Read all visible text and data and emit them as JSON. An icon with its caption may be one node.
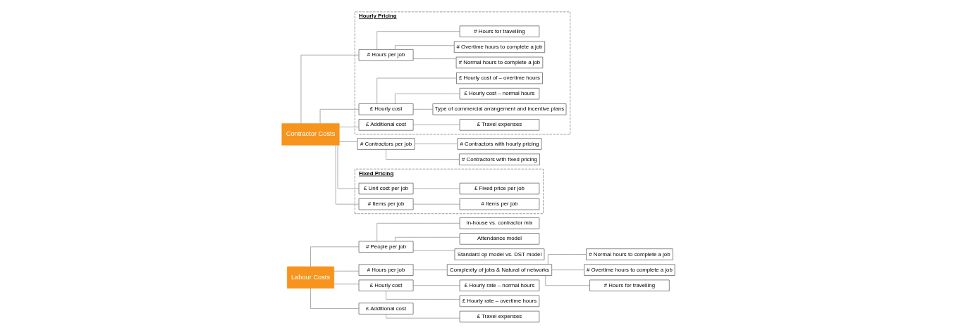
{
  "diagram": {
    "nodes": [
      {
        "text": [
          "Labour Costs"
        ]
      },
      {
        "text": [
          "# People per job"
        ]
      },
      {
        "text": [
          "In-house vs. contractor mix"
        ]
      },
      {
        "text": [
          "Attendance model"
        ]
      },
      {
        "text": [
          "Standard op model vs. DST model"
        ]
      },
      {
        "text": [
          "# Hours per job"
        ]
      },
      {
        "text": [
          "Complexity of jobs & Natural of networks"
        ]
      },
      {
        "text": [
          "# Normal hours to complete a job"
        ]
      },
      {
        "text": [
          "# Overtime hours to complete a job"
        ]
      },
      {
        "text": [
          "# Hours for travelling"
        ]
      },
      {
        "text": [
          "£ Hourly cost"
        ]
      },
      {
        "text": [
          "£ Hourly rate – normal hours"
        ]
      },
      {
        "text": [
          "£ Hourly rate – overtime hours"
        ]
      },
      {
        "text": [
          "£ Additional cost"
        ]
      },
      {
        "text": [
          "£ Travel expenses"
        ]
      },
      {
        "text": [
          "Contractor Costs"
        ]
      },
      {
        "text": [
          "# Contractors per job"
        ]
      },
      {
        "text": [
          "# Contractors with hourly pricing"
        ]
      },
      {
        "text": [
          "# Contractors with fixed pricing"
        ]
      },
      {
        "text": [
          "Hourly Pricing"
        ]
      },
      {
        "text": [
          "# Hours per job"
        ],
        "in": 19
      },
      {
        "text": [
          "# Normal hours to complete a job"
        ],
        "in": 19
      },
      {
        "text": [
          "# Overtime hours to complete a job"
        ],
        "in": 19
      },
      {
        "text": [
          "# Hours for travelling"
        ],
        "in": 19
      },
      {
        "text": [
          "£ Hourly cost"
        ],
        "in": 19
      },
      {
        "text": [
          "Type of commercial arrangement and incentive plans"
        ],
        "in": 19
      },
      {
        "text": [
          "£ Hourly cost – normal hours"
        ],
        "in": 19
      },
      {
        "text": [
          "£ Hourly cost of – overtime hours"
        ],
        "in": 19
      },
      {
        "text": [
          "£ Additional cost"
        ],
        "in": 19
      },
      {
        "text": [
          "£ Travel expenses"
        ],
        "in": 19
      },
      {
        "text": [
          "Fixed Pricing"
        ]
      },
      {
        "text": [
          "£ Unit cost per job"
        ],
        "in": 30
      },
      {
        "text": [
          "£ Fixed price per job"
        ],
        "in": 30
      },
      {
        "text": [
          "# Items per job"
        ],
        "in": 30
      },
      {
        "text": [
          "# Items per job"
        ],
        "in": 30
      }
    ],
    "edges": [
      {
        "from": 0,
        "to": 1,
        "arrow": "none"
      },
      {
        "from": 0,
        "to": 5,
        "arrow": "none"
      },
      {
        "from": 0,
        "to": 10,
        "arrow": "none"
      },
      {
        "from": 0,
        "to": 13,
        "arrow": "none"
      },
      {
        "from": 1,
        "to": 2,
        "arrow": "none"
      },
      {
        "from": 1,
        "to": 3,
        "arrow": "none"
      },
      {
        "from": 1,
        "to": 4,
        "arrow": "none"
      },
      {
        "from": 5,
        "to": 6,
        "arrow": "none"
      },
      {
        "from": 6,
        "to": 7,
        "arrow": "none"
      },
      {
        "from": 6,
        "to": 8,
        "arrow": "none"
      },
      {
        "from": 6,
        "to": 9,
        "arrow": "none"
      },
      {
        "from": 10,
        "to": 11,
        "arrow": "none"
      },
      {
        "from": 10,
        "to": 12,
        "arrow": "none"
      },
      {
        "from": 13,
        "to": 14,
        "arrow": "none"
      },
      {
        "from": 15,
        "to": 16,
        "arrow": "none"
      },
      {
        "from": 15,
        "to": 20,
        "arrow": "none"
      },
      {
        "from": 15,
        "to": 24,
        "arrow": "none"
      },
      {
        "from": 15,
        "to": 28,
        "arrow": "none"
      },
      {
        "from": 15,
        "to": 31,
        "arrow": "none"
      },
      {
        "from": 15,
        "to": 33,
        "arrow": "none"
      },
      {
        "from": 16,
        "to": 17,
        "arrow": "none"
      },
      {
        "from": 16,
        "to": 18,
        "arrow": "none"
      },
      {
        "from": 20,
        "to": 21,
        "arrow": "none"
      },
      {
        "from": 20,
        "to": 22,
        "arrow": "none"
      },
      {
        "from": 20,
        "to": 23,
        "arrow": "none"
      },
      {
        "from": 24,
        "to": 25,
        "arrow": "none"
      },
      {
        "from": 24,
        "to": 26,
        "arrow": "none"
      },
      {
        "from": 24,
        "to": 27,
        "arrow": "none"
      },
      {
        "from": 28,
        "to": 29,
        "arrow": "none"
      },
      {
        "from": 31,
        "to": 32,
        "arrow": "none"
      },
      {
        "from": 33,
        "to": 34,
        "arrow": "none"
      }
    ]
  }
}
